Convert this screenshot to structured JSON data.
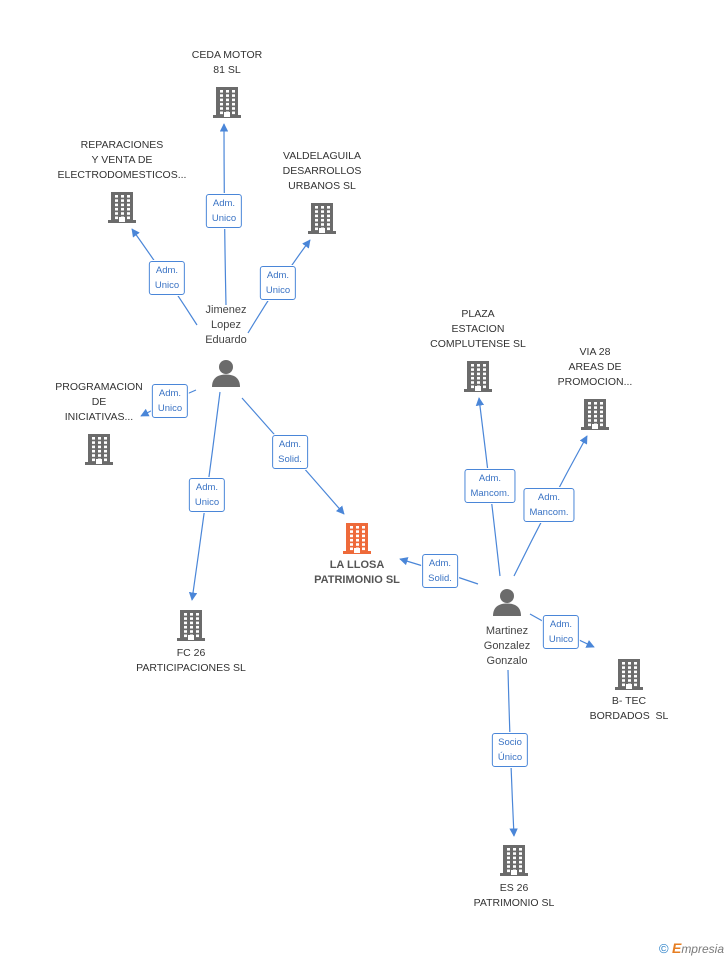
{
  "colors": {
    "edge": "#4a86d8",
    "company": "#6b6b6b",
    "focus_company": "#ee6a3a",
    "person": "#6b6b6b"
  },
  "footer": {
    "copyright_icon": "©",
    "brand_initial": "E",
    "brand_rest": "mpresia"
  },
  "nodes": [
    {
      "id": "ceda",
      "type": "company",
      "label": "CEDA MOTOR\n81 SL",
      "icon": "building-icon"
    },
    {
      "id": "reparaciones",
      "type": "company",
      "label": "REPARACIONES\nY VENTA DE\nELECTRODOMESTICOS...",
      "icon": "building-icon"
    },
    {
      "id": "valdelaguila",
      "type": "company",
      "label": "VALDELAGUILA\nDESARROLLOS\nURBANOS SL",
      "icon": "building-icon"
    },
    {
      "id": "jimenez",
      "type": "person",
      "label": "Jimenez\nLopez\nEduardo",
      "icon": "person-icon"
    },
    {
      "id": "programacion",
      "type": "company",
      "label": "PROGRAMACION\nDE\nINICIATIVAS...",
      "icon": "building-icon"
    },
    {
      "id": "plaza",
      "type": "company",
      "label": "PLAZA\nESTACION\nCOMPLUTENSE SL",
      "icon": "building-icon"
    },
    {
      "id": "via28",
      "type": "company",
      "label": "VIA 28\nAREAS DE\nPROMOCION...",
      "icon": "building-icon"
    },
    {
      "id": "lallosa",
      "type": "focus",
      "label": "LA LLOSA\nPATRIMONIO SL",
      "icon": "building-icon"
    },
    {
      "id": "fc26",
      "type": "company",
      "label": "FC 26\nPARTICIPACIONES SL",
      "icon": "building-icon"
    },
    {
      "id": "martinez",
      "type": "person",
      "label": "Martinez\nGonzalez\nGonzalo",
      "icon": "person-icon"
    },
    {
      "id": "btec",
      "type": "company",
      "label": "B- TEC\nBORDADOS  SL",
      "icon": "building-icon"
    },
    {
      "id": "es26",
      "type": "company",
      "label": "ES 26\nPATRIMONIO SL",
      "icon": "building-icon"
    }
  ],
  "edges": [
    {
      "from": "jimenez",
      "to": "ceda",
      "label": "Adm.\nUnico"
    },
    {
      "from": "jimenez",
      "to": "reparaciones",
      "label": "Adm.\nUnico"
    },
    {
      "from": "jimenez",
      "to": "valdelaguila",
      "label": "Adm.\nUnico"
    },
    {
      "from": "jimenez",
      "to": "programacion",
      "label": "Adm.\nUnico"
    },
    {
      "from": "jimenez",
      "to": "fc26",
      "label": "Adm.\nUnico"
    },
    {
      "from": "jimenez",
      "to": "lallosa",
      "label": "Adm.\nSolid."
    },
    {
      "from": "martinez",
      "to": "plaza",
      "label": "Adm.\nMancom."
    },
    {
      "from": "martinez",
      "to": "via28",
      "label": "Adm.\nMancom."
    },
    {
      "from": "martinez",
      "to": "lallosa",
      "label": "Adm.\nSolid."
    },
    {
      "from": "martinez",
      "to": "btec",
      "label": "Adm.\nUnico"
    },
    {
      "from": "martinez",
      "to": "es26",
      "label": "Socio\nÚnico"
    }
  ]
}
